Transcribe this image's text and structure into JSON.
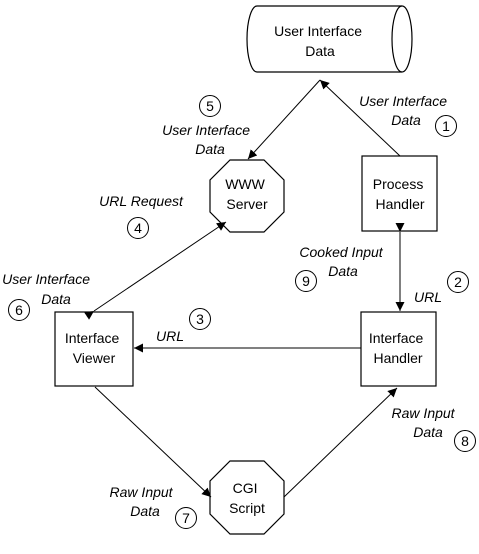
{
  "nodes": {
    "ui_data": [
      "User Interface",
      "Data"
    ],
    "www_server": [
      "WWW",
      "Server"
    ],
    "process_handler": [
      "Process",
      "Handler"
    ],
    "interface_viewer": [
      "Interface",
      "Viewer"
    ],
    "interface_handler": [
      "Interface",
      "Handler"
    ],
    "cgi_script": [
      "CGI",
      "Script"
    ]
  },
  "edges": {
    "e1": {
      "num": "1",
      "label": [
        "User Interface",
        "Data"
      ]
    },
    "e2": {
      "num": "2",
      "label": [
        "URL"
      ]
    },
    "e3": {
      "num": "3",
      "label": [
        "URL"
      ]
    },
    "e4": {
      "num": "4",
      "label": [
        "URL Request"
      ]
    },
    "e5": {
      "num": "5",
      "label": [
        "User Interface",
        "Data"
      ]
    },
    "e6": {
      "num": "6",
      "label": [
        "User Interface",
        "Data"
      ]
    },
    "e7": {
      "num": "7",
      "label": [
        "Raw Input",
        "Data"
      ]
    },
    "e8": {
      "num": "8",
      "label": [
        "Raw Input",
        "Data"
      ]
    },
    "e9": {
      "num": "9",
      "label": [
        "Cooked Input",
        "Data"
      ]
    }
  }
}
